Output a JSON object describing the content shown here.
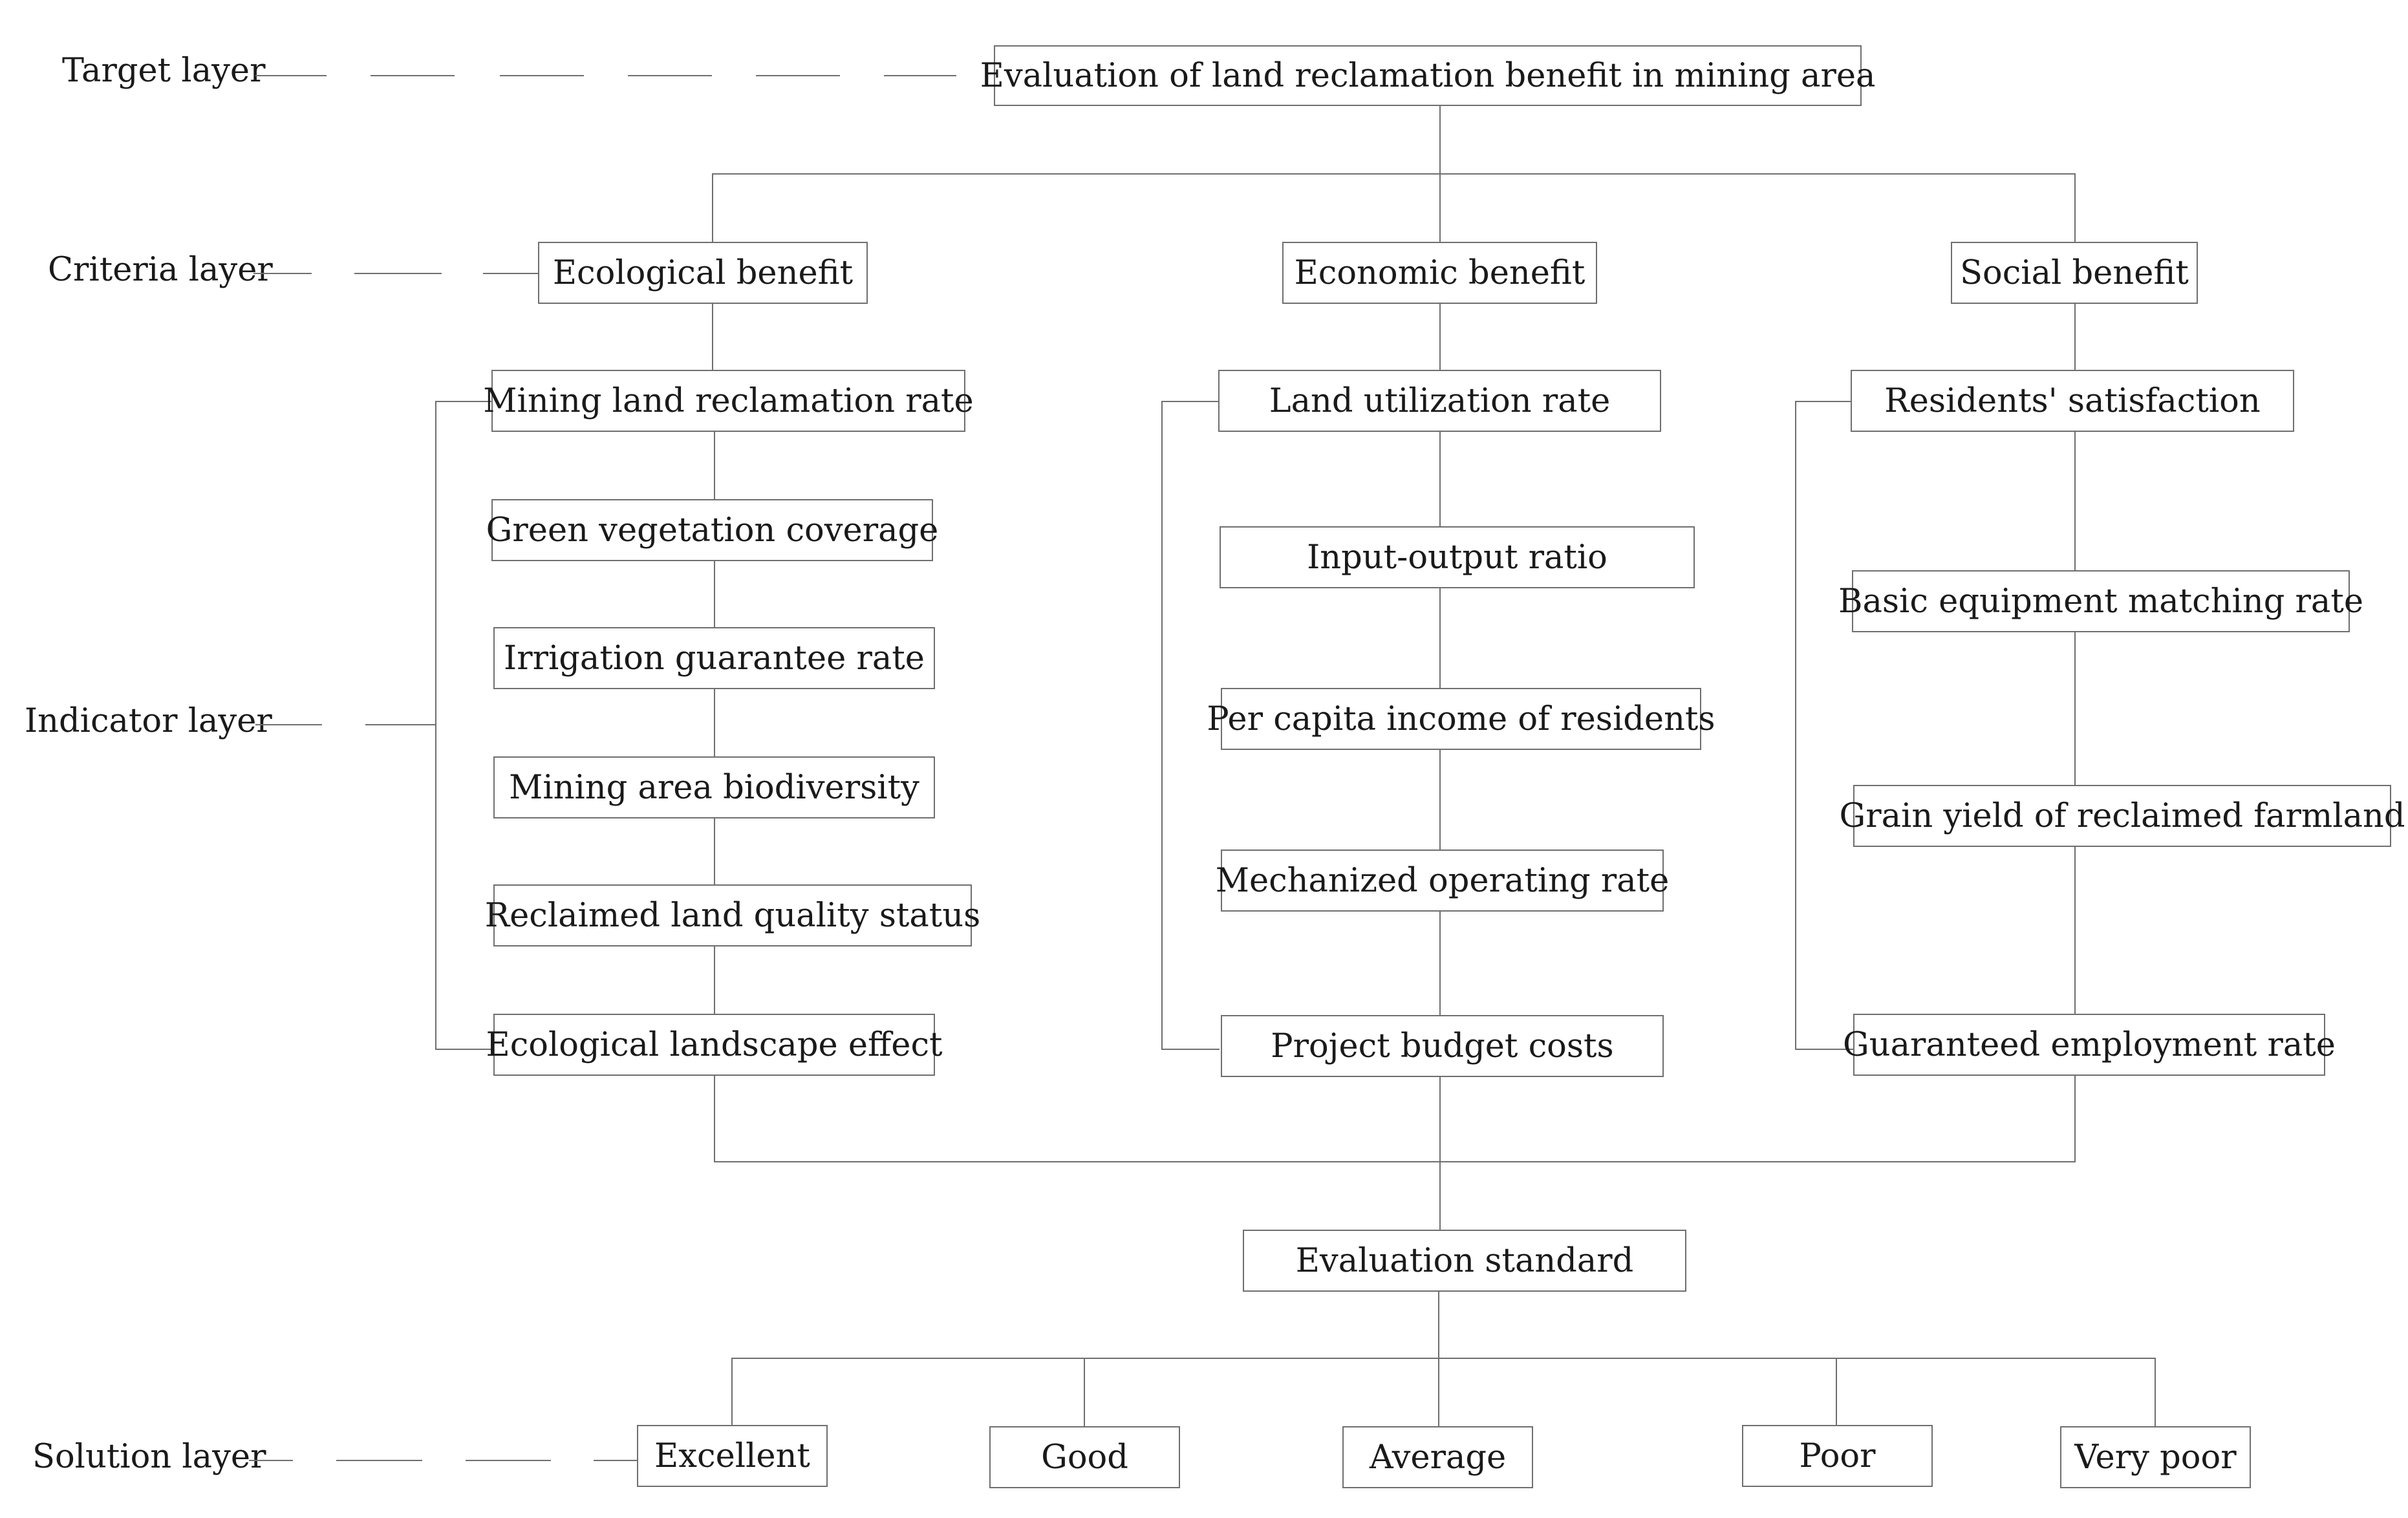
{
  "layers": {
    "target": "Target layer",
    "criteria": "Criteria layer",
    "indicator": "Indicator layer",
    "solution": "Solution layer"
  },
  "target": "Evaluation of land reclamation benefit in mining area",
  "criteria": {
    "ecological": "Ecological benefit",
    "economic": "Economic benefit",
    "social": "Social benefit"
  },
  "indicators": {
    "ecological": [
      "Mining land reclamation rate",
      "Green vegetation coverage",
      "Irrigation guarantee rate",
      "Mining area biodiversity",
      "Reclaimed land quality status",
      "Ecological landscape effect"
    ],
    "economic": [
      "Land utilization rate",
      "Input-output ratio",
      "Per capita income of residents",
      "Mechanized operating rate",
      "Project budget costs"
    ],
    "social": [
      "Residents' satisfaction",
      "Basic equipment matching rate",
      "Grain yield of reclaimed farmland",
      "Guaranteed employment rate"
    ]
  },
  "standard": "Evaluation standard",
  "solutions": [
    "Excellent",
    "Good",
    "Average",
    "Poor",
    "Very poor"
  ],
  "colors": {
    "line": "#6f6f6f",
    "text": "#1a1a1a",
    "background": "#ffffff"
  }
}
